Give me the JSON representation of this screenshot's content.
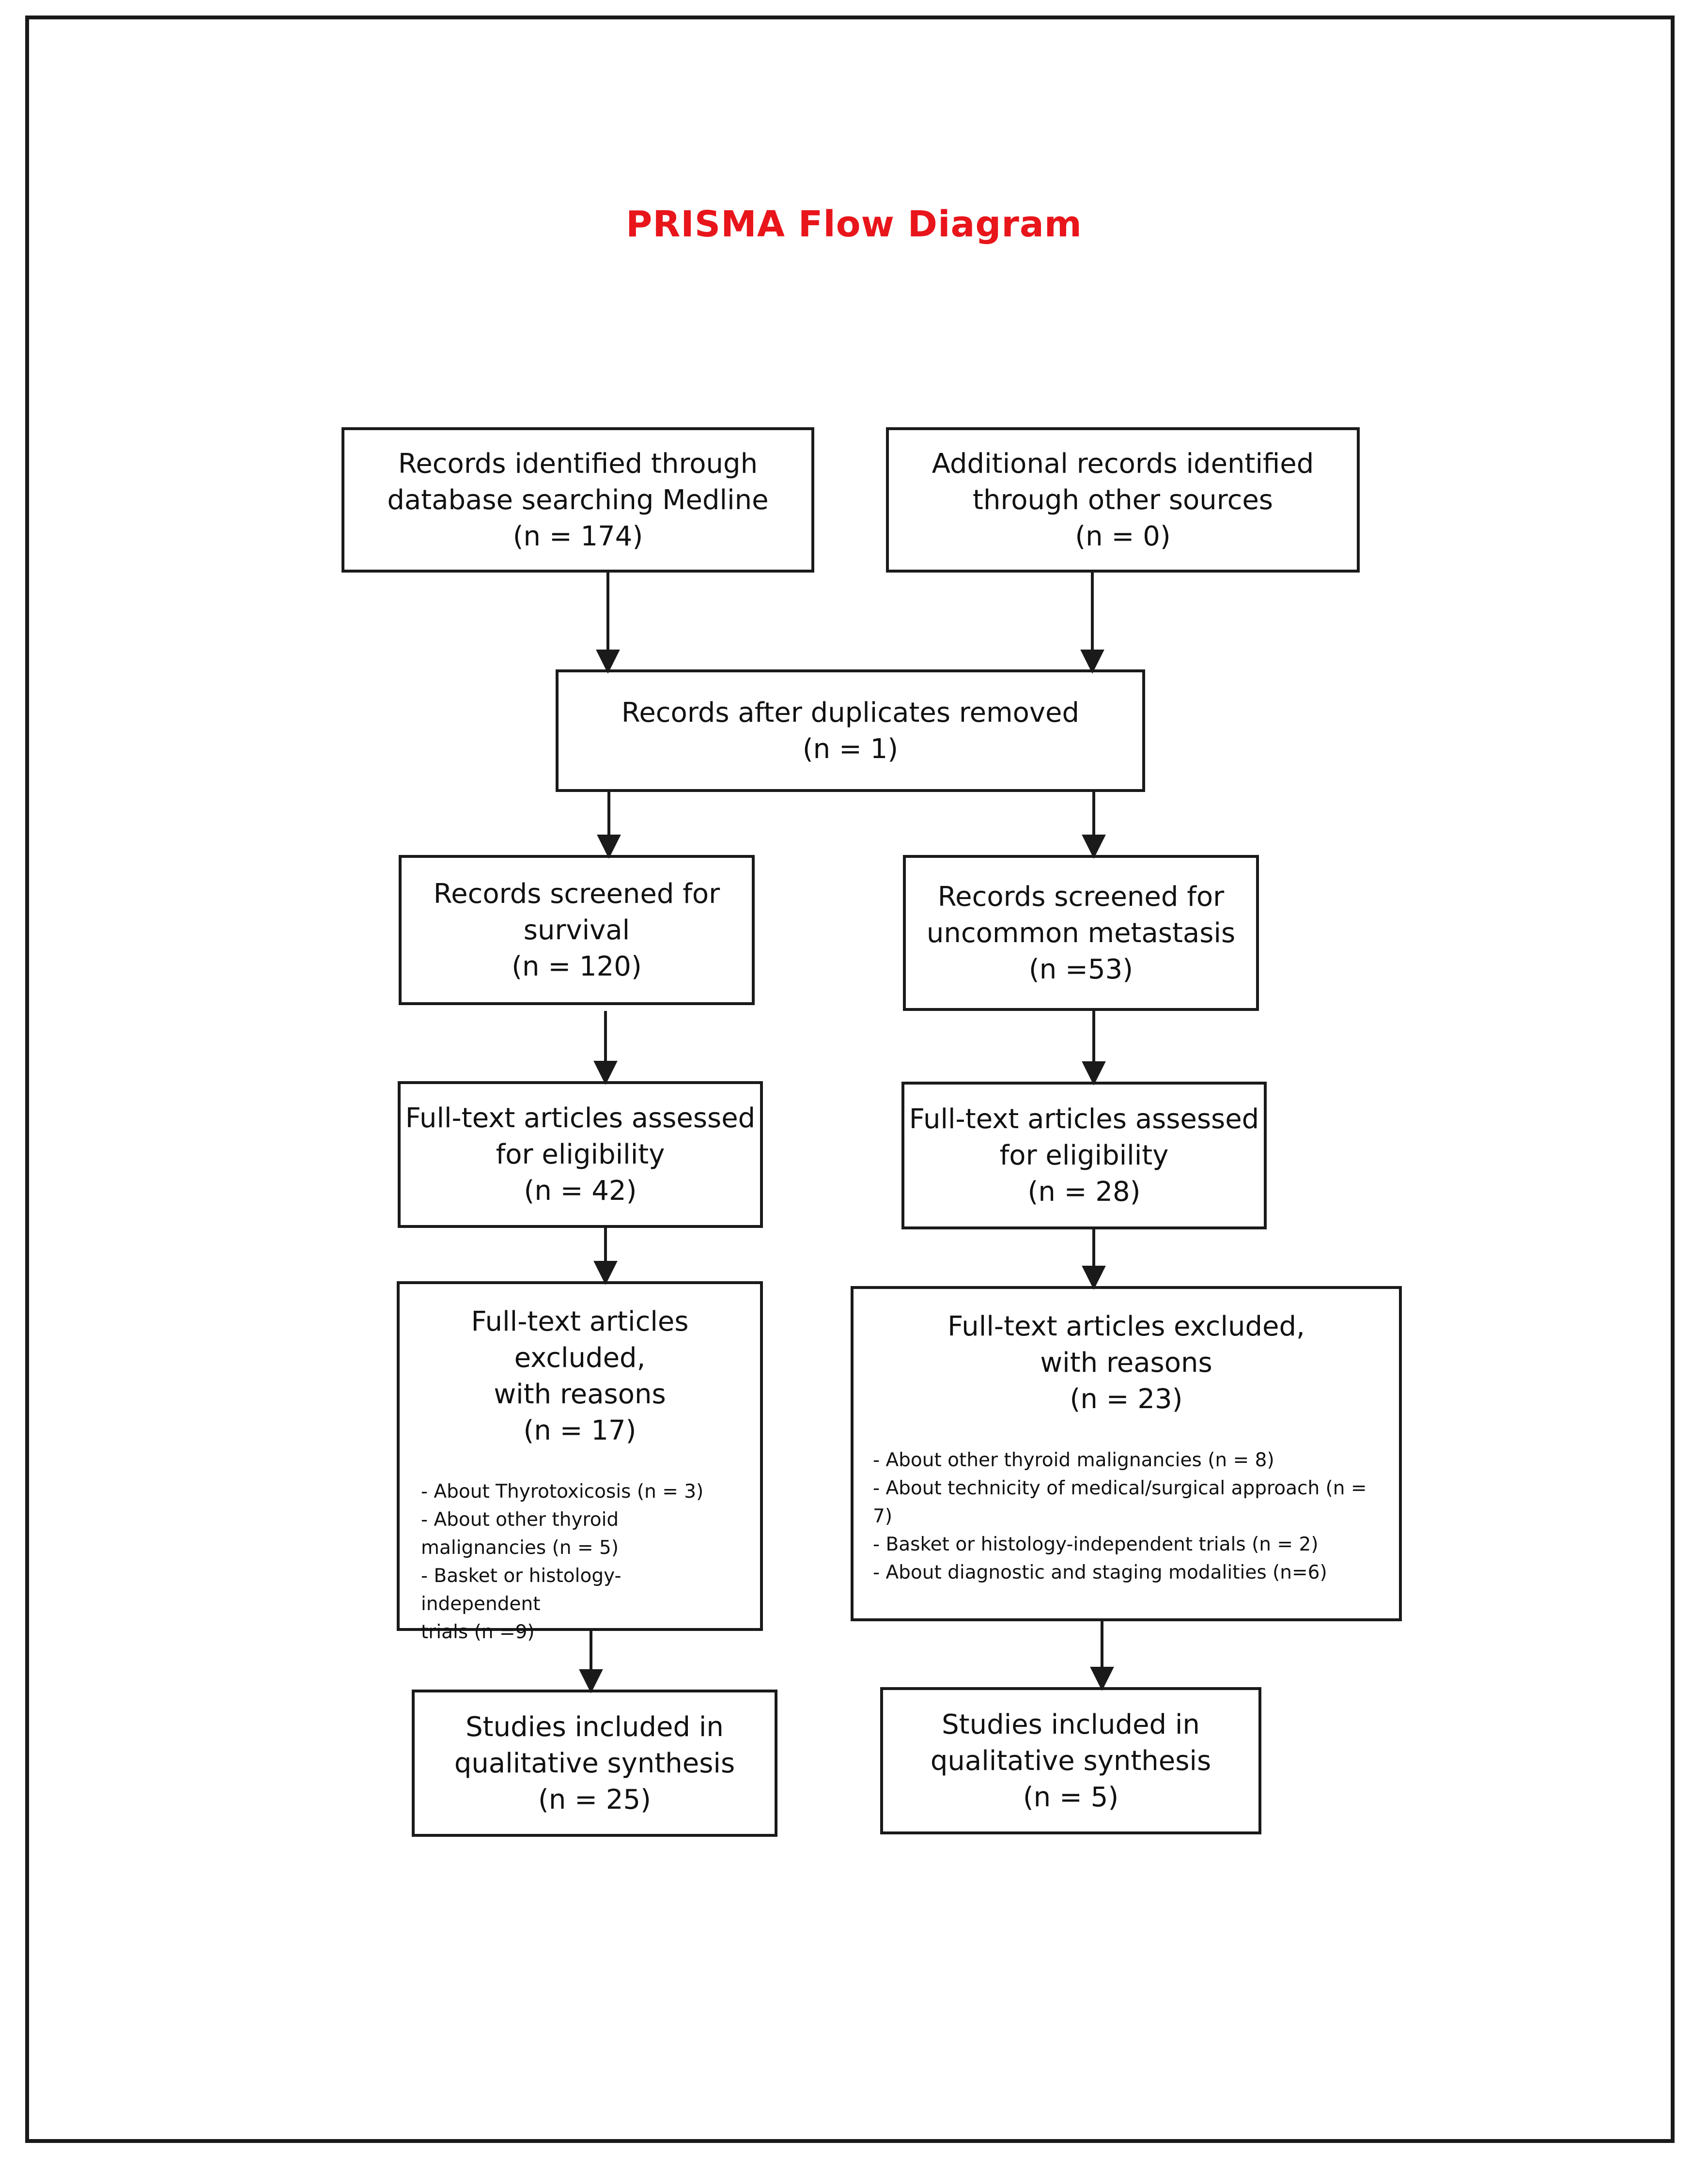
{
  "title": "PRISMA Flow Diagram",
  "boxes": {
    "records_db": {
      "lines": [
        "Records identified through",
        "database searching Medline",
        "(n = 174)"
      ]
    },
    "records_other": {
      "lines": [
        "Additional records identified",
        "through other sources",
        "(n = 0)"
      ]
    },
    "after_duplicates": {
      "lines": [
        "Records after duplicates removed",
        "(n = 1)"
      ]
    },
    "screened_survival": {
      "lines": [
        "Records screened for",
        "survival",
        "(n = 120)"
      ]
    },
    "screened_metastasis": {
      "lines": [
        "Records screened for",
        "uncommon metastasis",
        "(n =53)"
      ]
    },
    "fulltext_left": {
      "lines": [
        "Full-text articles assessed",
        "for eligibility",
        "(n = 42)"
      ]
    },
    "fulltext_right": {
      "lines": [
        "Full-text articles assessed",
        "for eligibility",
        "(n = 28)"
      ]
    },
    "excluded_left": {
      "lines": [
        "Full-text articles excluded,",
        "with reasons",
        "(n = 17)"
      ],
      "reasons": [
        "- About Thyrotoxicosis (n = 3)",
        "- About other thyroid",
        "malignancies (n = 5)",
        "- Basket or histology-independent",
        "trials (n =9)"
      ]
    },
    "excluded_right": {
      "lines": [
        "Full-text articles excluded,",
        "with reasons",
        "(n = 23)"
      ],
      "reasons": [
        "- About other thyroid malignancies (n = 8)",
        "- About technicity of medical/surgical approach (n = 7)",
        "- Basket or histology-independent trials (n = 2)",
        "- About diagnostic and staging modalities (n=6)"
      ]
    },
    "included_left": {
      "lines": [
        "Studies included in",
        "qualitative synthesis",
        "(n = 25)"
      ]
    },
    "included_right": {
      "lines": [
        "Studies included in",
        "qualitative synthesis",
        "(n = 5)"
      ]
    }
  }
}
